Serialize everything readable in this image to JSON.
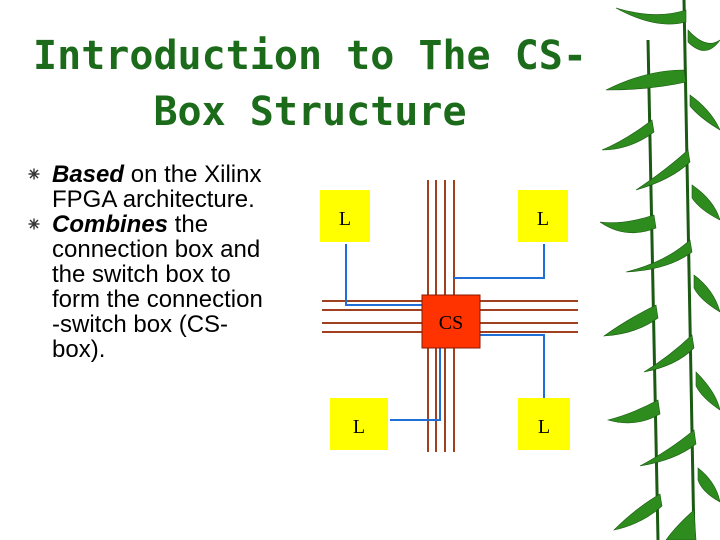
{
  "slide": {
    "title_line1": "Introduction to The CS-",
    "title_line2": "Box Structure",
    "bullets": [
      {
        "bold": "Based",
        "rest_lines": [
          " on the Xilinx",
          "FPGA architecture."
        ]
      },
      {
        "bold": "Combines",
        "rest_lines": [
          " the",
          "connection box and",
          "the switch box to",
          "form the connection",
          "-switch box (CS-",
          "box)."
        ]
      }
    ]
  },
  "diagram": {
    "logic_blocks": [
      "L",
      "L",
      "L",
      "L"
    ],
    "switch_label": "CS",
    "colors": {
      "logic_fill": "#ffff00",
      "switch_fill": "#ff3300",
      "wire_red": "#a0401e",
      "wire_blue": "#1f6fd6",
      "title": "#1b6b1b",
      "bamboo_leaf": "#2e8b1e"
    }
  },
  "decor": {
    "bullet_icon": "asterisk-bullet-icon",
    "side_art": "bamboo-leaves"
  }
}
